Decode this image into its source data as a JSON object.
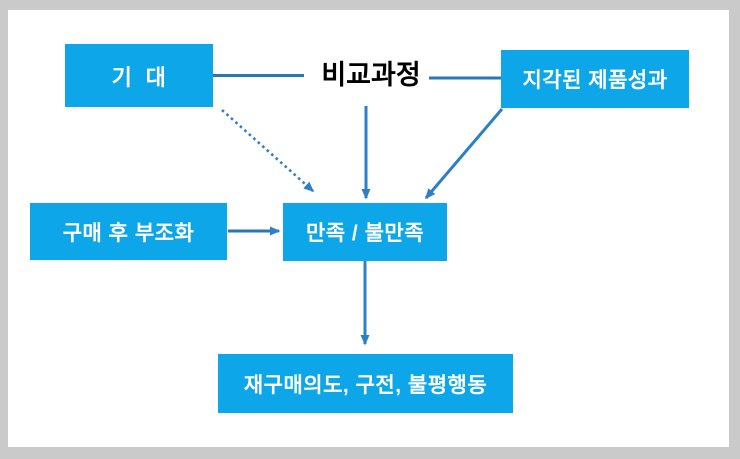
{
  "nodes": {
    "expectation": {
      "label": "기  대"
    },
    "comparison": {
      "label": "비교과정"
    },
    "perceived_performance": {
      "label": "지각된 제품성과"
    },
    "post_purchase_dissonance": {
      "label": "구매 후 부조화"
    },
    "satisfaction": {
      "label": "만족 / 불만족"
    },
    "outcomes": {
      "label": "재구매의도, 구전, 불평행동"
    }
  },
  "edges": [
    {
      "from": "expectation",
      "to": "comparison",
      "style": "plain-line"
    },
    {
      "from": "comparison",
      "to": "perceived_performance",
      "style": "plain-line"
    },
    {
      "from": "expectation",
      "to": "satisfaction",
      "style": "dotted-arrow"
    },
    {
      "from": "comparison",
      "to": "satisfaction",
      "style": "solid-arrow"
    },
    {
      "from": "perceived_performance",
      "to": "satisfaction",
      "style": "solid-arrow"
    },
    {
      "from": "post_purchase_dissonance",
      "to": "satisfaction",
      "style": "solid-arrow"
    },
    {
      "from": "satisfaction",
      "to": "outcomes",
      "style": "solid-arrow"
    }
  ],
  "colors": {
    "node_fill": "#0da7e9",
    "node_text": "#ffffff",
    "connector_line": "#2e75b6",
    "arrow": "#2e7fc6",
    "comparison_text": "#000000",
    "canvas": "#ffffff",
    "frame": "#cacaca"
  }
}
